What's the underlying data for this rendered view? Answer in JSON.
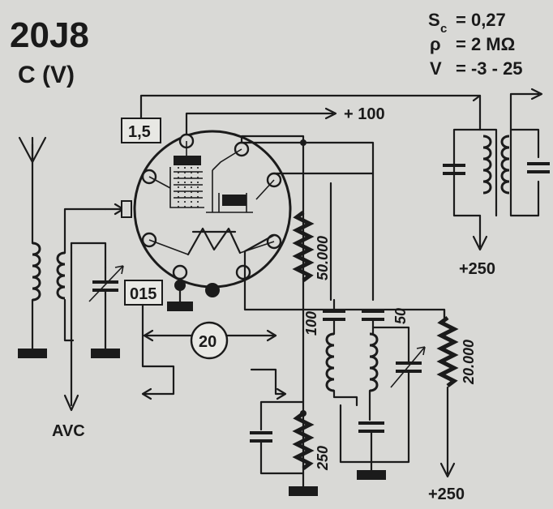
{
  "tube": {
    "model": "20J8",
    "type": "C (V)"
  },
  "specs": {
    "sc": {
      "symbol": "S",
      "sub": "c",
      "value": "= 0,27"
    },
    "rho": {
      "symbol": "ρ",
      "value": "= 2 MΩ"
    },
    "v": {
      "symbol": "V",
      "value": "= -3 - 25"
    }
  },
  "supply": {
    "screen": "+ 100",
    "plate_top": "+250",
    "plate_bottom": "+250"
  },
  "labels": {
    "avc": "AVC",
    "pin_top": "1,5",
    "pin_bottom": "015",
    "circle_20": "20",
    "r_50000": "50.000",
    "r_100": "100",
    "r_250": "250",
    "r_20000": "20.000",
    "c_50": "50"
  }
}
